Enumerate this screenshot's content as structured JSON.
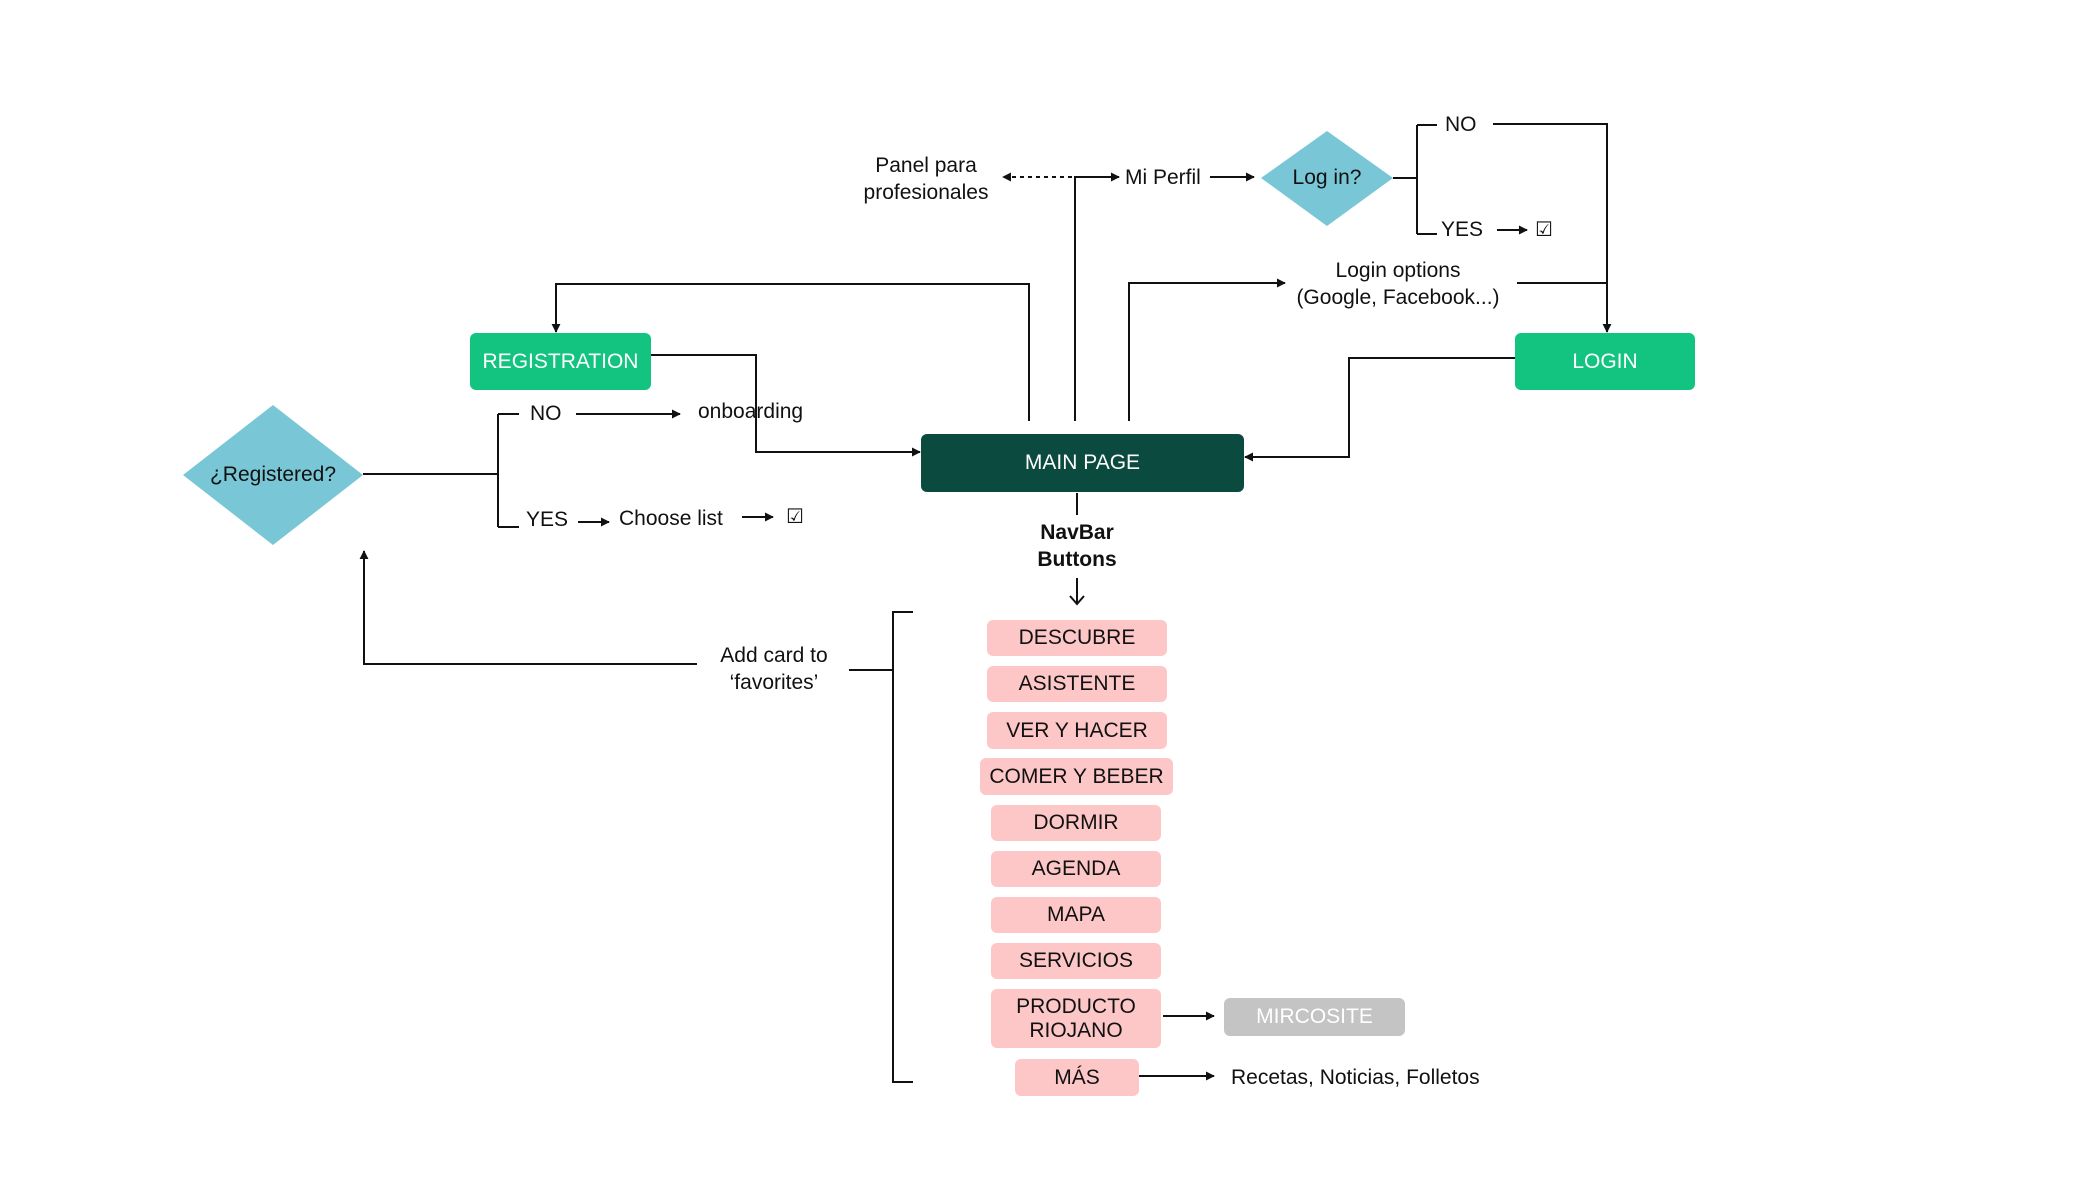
{
  "nodes": {
    "registration": "REGISTRATION",
    "login": "LOGIN",
    "main_page": "MAIN PAGE",
    "mircosite": "MIRCOSITE",
    "registered_q": "¿Registered?",
    "login_q": "Log in?"
  },
  "labels": {
    "panel_line1": "Panel para",
    "panel_line2": "profesionales",
    "mi_perfil": "Mi Perfil",
    "no_top": "NO",
    "yes_top": "YES",
    "login_options_line1": "Login options",
    "login_options_line2": "(Google, Facebook...)",
    "no_left": "NO",
    "onboarding": "onboarding",
    "yes_left": "YES",
    "choose_list": "Choose list",
    "navbar_line1": "NavBar",
    "navbar_line2": "Buttons",
    "add_card_line1": "Add card to",
    "add_card_line2": "‘favorites’",
    "mas_targets": "Recetas, Noticias, Folletos"
  },
  "navbar_buttons": [
    "DESCUBRE",
    "ASISTENTE",
    "VER Y HACER",
    "COMER Y BEBER",
    "DORMIR",
    "AGENDA",
    "MAPA",
    "SERVICIOS",
    "PRODUCTO RIOJANO",
    "MÁS"
  ],
  "colors": {
    "green_node": "#12c47f",
    "main_node": "#0b4a3f",
    "diamond": "#79c7d6",
    "nav_button": "#fdc7c8",
    "disabled_node": "#c4c4c4",
    "line": "#111111"
  },
  "icons": {
    "done": "check-box-icon"
  }
}
